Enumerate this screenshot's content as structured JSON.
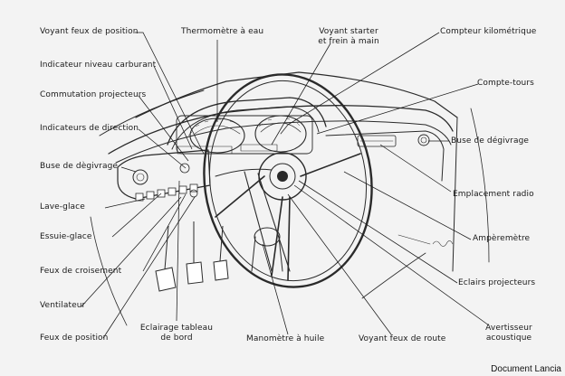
{
  "diagram": {
    "labels": {
      "voyant_feux_position": "Voyant feux de position",
      "indicateur_carburant": "Indicateur niveau carburant",
      "commutation_projecteurs": "Commutation projecteurs",
      "indicateurs_direction": "Indicateurs de direction",
      "buse_degivrage_gauche": "Buse de dègivrage",
      "lave_glace": "Lave-glace",
      "essuie_glace": "Essuie-glace",
      "feux_croisement": "Feux de croisement",
      "ventilateur": "Ventilateur",
      "feux_position": "Feux de position",
      "eclairage_tableau_l1": "Eclairage tableau",
      "eclairage_tableau_l2": "de bord",
      "manometre_huile": "Manomètre à huile",
      "voyant_feux_route": "Voyant feux de route",
      "avertisseur_l1": "Avertisseur",
      "avertisseur_l2": "acoustique",
      "thermometre_eau": "Thermomètre à eau",
      "voyant_starter_l1": "Voyant starter",
      "voyant_starter_l2": "et frein à main",
      "compteur_kilometrique": "Compteur kilométrique",
      "compte_tours": "Compte-tours",
      "buse_degivrage_droite": "Buse de dégivrage",
      "emplacement_radio": "Emplacement radio",
      "amperemetre": "Ampèremètre",
      "eclairs_projecteurs": "Eclairs projecteurs"
    },
    "credit": "Document Lancia"
  }
}
